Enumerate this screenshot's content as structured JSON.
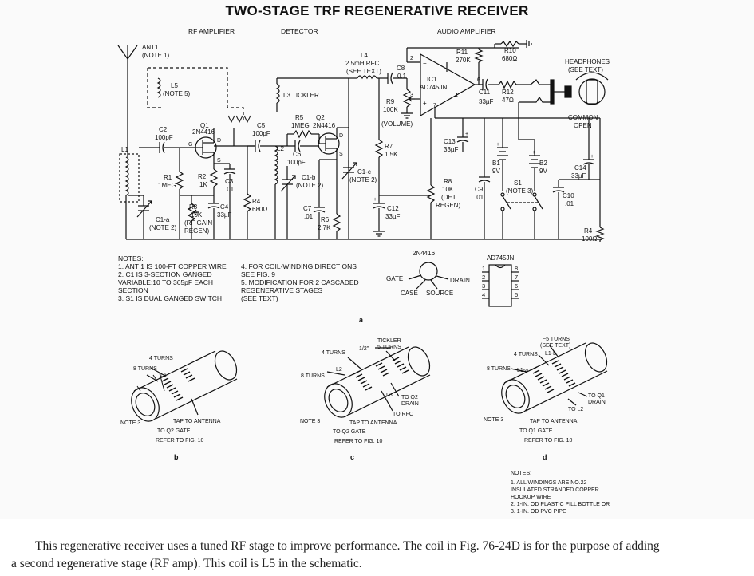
{
  "title": "TWO-STAGE TRF REGENERATIVE RECEIVER",
  "sections": {
    "rf": "RF AMPLIFIER",
    "det": "DETECTOR",
    "audio": "AUDIO AMPLIFIER"
  },
  "labels": {
    "ant1": "ANT1",
    "note1": "(NOTE 1)",
    "l5": "L5",
    "note5": "(NOTE 5)",
    "l3": "L3 TICKLER",
    "l4": "L4",
    "l4v": "2.5mH RFC",
    "l4s": "(SEE TEXT)",
    "c8": "C8",
    "c8v": "0.1",
    "ic1": "IC1",
    "ic1v": "AD745JN",
    "r11": "R11",
    "r11v": "270K",
    "r10": "R10",
    "r10v": "680Ω",
    "hp": "HEADPHONES",
    "hps": "(SEE TEXT)",
    "r9": "R9",
    "r9v": "100K",
    "vol": "(VOLUME)",
    "c11": "C11",
    "c11v": "33µF",
    "r12": "R12",
    "r12v": "47Ω",
    "common": "COMMON",
    "open": "OPEN",
    "c2": "C2",
    "c2v": "100pF",
    "q1": "Q1",
    "q1v": "2N4416",
    "c5": "C5",
    "c5v": "100pF",
    "r5": "R5",
    "r5v": "1MEG",
    "q2": "Q2",
    "q2v": "2N4416",
    "l2": "L2",
    "c6": "C6",
    "c6v": "100pF",
    "l1": "L1",
    "r1": "R1",
    "r1v": "1MEG",
    "r2": "R2",
    "r2v": "1K",
    "c3": "C3",
    "c3v": ".01",
    "r3": "R3",
    "r3v": "10K",
    "r3n1": "(RF GAIN",
    "r3n2": "REGEN)",
    "c4": "C4",
    "c4v": "33µF",
    "r4a": "R4",
    "r4av": "680Ω",
    "c1a": "C1-a",
    "note2": "(NOTE 2)",
    "c1b": "C1-b",
    "c1c": "C1-c",
    "c7": "C7",
    "c7v": ".01",
    "r6": "R6",
    "r6v": "2.7K",
    "r7": "R7",
    "r7v": "1.5K",
    "c12": "C12",
    "c12v": "33µF",
    "c13": "C13",
    "c13v": "33µF",
    "r8": "R8",
    "r8v": "10K",
    "r8n1": "(DET",
    "r8n2": "REGEN)",
    "c9": "C9",
    "c9v": ".01",
    "b1": "B1",
    "b1v": "9V",
    "b2": "B2",
    "b2v": "9V",
    "s1": "S1",
    "note3": "(NOTE 3)",
    "c14": "C14",
    "c14v": "33µF",
    "c10": "C10",
    "c10v": ".01",
    "r4b": "R4",
    "r4bv": "100Ω",
    "g": "G",
    "d": "D",
    "s": "S",
    "p2": "2",
    "p3": "3",
    "p4": "4",
    "p6": "6",
    "p7": "7",
    "minus": "−",
    "plus": "+"
  },
  "notes": {
    "head": "NOTES:",
    "items": [
      "1.  ANT 1 IS 100-FT COPPER WIRE",
      "2.  C1 IS 3-SECTION GANGED",
      "     VARIABLE:10 TO 365pF EACH",
      "     SECTION",
      "3.  S1 IS DUAL GANGED SWITCH"
    ],
    "items2": [
      "4.  FOR COIL-WINDING DIRECTIONS",
      "     SEE FIG. 9",
      "5.  MODIFICATION FOR 2 CASCADED",
      "     REGENERATIVE STAGES",
      "     (SEE TEXT)"
    ]
  },
  "pinout": {
    "fet": "2N4416",
    "gate": "GATE",
    "drain": "DRAIN",
    "case": "CASE",
    "source": "SOURCE",
    "ic": "AD745JN",
    "left": [
      "1",
      "2",
      "3",
      "4"
    ],
    "right": [
      "8",
      "7",
      "6",
      "5"
    ]
  },
  "fig_a": "a",
  "fig_b": {
    "t4": "4 TURNS",
    "t8": "8 TURNS",
    "l1": "L1",
    "note3": "NOTE 3",
    "tap": "TAP TO ANTENNA",
    "gate": "TO Q2 GATE",
    "ref": "REFER TO FIG. 10",
    "letter": "b"
  },
  "fig_c": {
    "tickler": "TICKLER",
    "t5": "5 TURNS",
    "t4": "4 TURNS",
    "half": "1/2\"",
    "t8": "8 TURNS",
    "l2": "L2",
    "l3": "L3",
    "drain": "TO Q2",
    "drain2": "DRAIN",
    "rfc": "TO RFC",
    "note3": "NOTE 3",
    "tap": "TAP TO ANTENNA",
    "gate": "TO Q2 GATE",
    "ref": "REFER TO FIG. 10",
    "letter": "c"
  },
  "fig_d": {
    "t5": "~5 TURNS",
    "see": "(SEE TEXT)",
    "t4": "4 TURNS",
    "l1b": "L1-b",
    "t8": "8 TURNS",
    "l1a": "L1-a",
    "drain": "TO Q1",
    "drain2": "DRAIN",
    "tol2": "TO L2",
    "note3": "NOTE 3",
    "tap": "TAP TO ANTENNA",
    "gate": "TO Q1 GATE",
    "ref": "REFER TO FIG. 10",
    "letter": "d",
    "notes_head": "NOTES:",
    "notes": [
      "1. ALL WINDINGS ARE NO.22",
      "    INSULATED STRANDED COPPER",
      "    HOOKUP WIRE",
      "2. 1-IN. OD PLASTIC PILL BOTTLE OR",
      "3. 1-IN. OD PVC PIPE"
    ]
  },
  "caption": {
    "line1": "This regenerative receiver uses a tuned RF stage to improve performance. The coil in Fig. 76-24D is for the purpose of adding",
    "line2": "a second regenerative stage (RF amp). This coil is L5 in the schematic."
  }
}
